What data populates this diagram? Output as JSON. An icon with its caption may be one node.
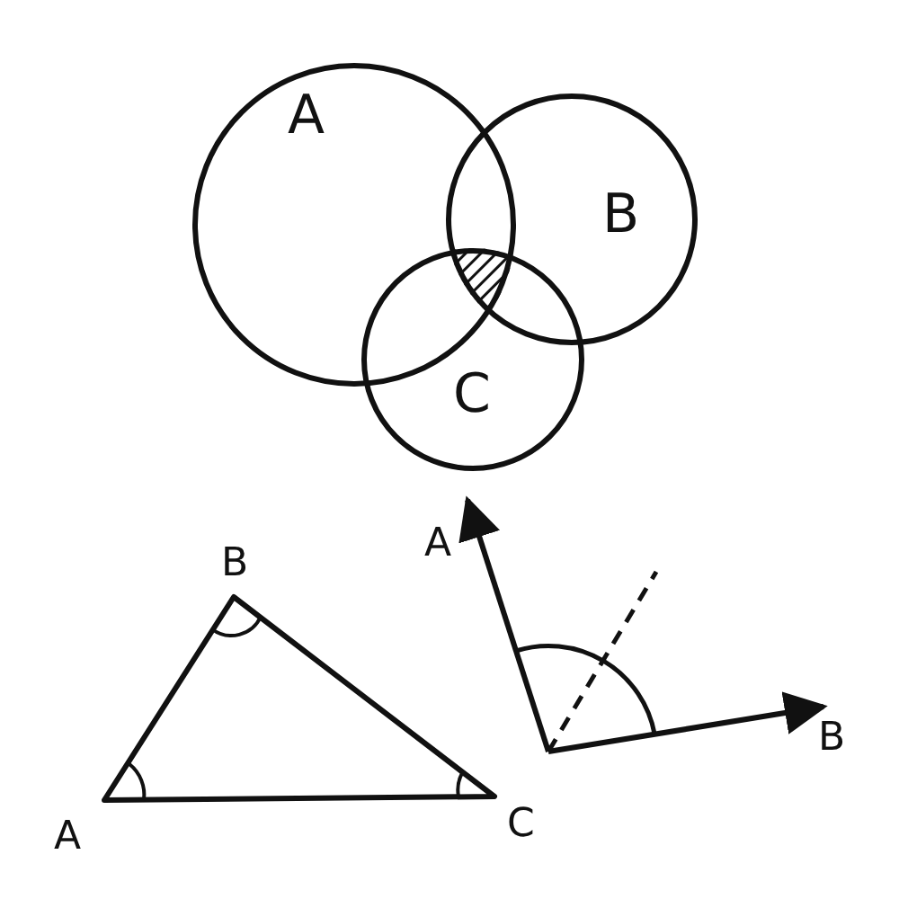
{
  "diagram": {
    "nodes": [
      {
        "text": [
          "A"
        ]
      },
      {
        "text": [
          "B"
        ]
      },
      {
        "text": [
          "C"
        ]
      }
    ],
    "labels": [
      "A",
      "B",
      "B",
      "A",
      "C"
    ]
  }
}
